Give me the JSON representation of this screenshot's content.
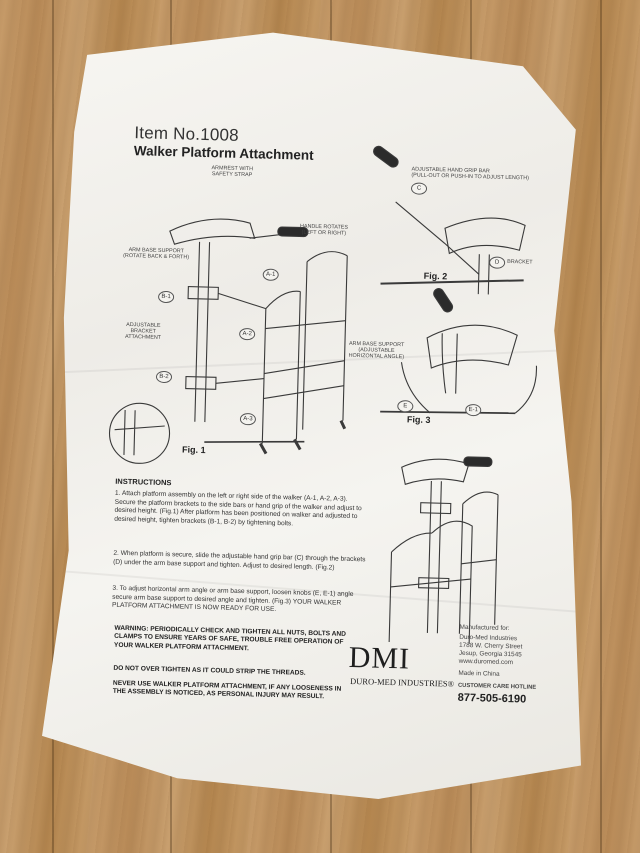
{
  "header": {
    "item_no": "Item No.1008",
    "title": "Walker Platform Attachment"
  },
  "figure1": {
    "label": "Fig. 1",
    "armrest": "ARMREST WITH\nSAFETY STRAP",
    "handle_rotates": "HANDLE ROTATES\n(LEFT OR RIGHT)",
    "arm_base_support": "ARM BASE SUPPORT\n(ROTATE BACK & FORTH)",
    "adjustable_bracket": "ADJUSTABLE\nBRACKET\nATTACHMENT",
    "callouts": [
      "A-1",
      "A-2",
      "A-3",
      "B-1",
      "B-2"
    ]
  },
  "figure2": {
    "label": "Fig. 2",
    "grip_bar": "ADJUSTABLE HAND GRIP BAR\n(PULL-OUT OR PUSH-IN TO ADJUST LENGTH)",
    "bracket": "BRACKET",
    "callouts": [
      "C",
      "D"
    ]
  },
  "figure3": {
    "label": "Fig. 3",
    "arm_base": "ARM BASE SUPPORT\n(ADJUSTABLE\nHORIZONTAL ANGLE)",
    "callouts": [
      "E",
      "E-1"
    ]
  },
  "instructions": {
    "heading": "INSTRUCTIONS",
    "step1": "1. Attach platform assembly on the left or right side of the walker (A-1, A-2, A-3). Secure the platform brackets to the side bars or hand grip of the walker and adjust to desired height. (Fig.1) After platform has been positioned on walker and adjusted to desired height, tighten brackets (B-1, B-2) by tightening bolts.",
    "step2": "2. When platform is secure, slide the adjustable hand grip bar (C) through the brackets (D) under the arm base support and tighten. Adjust to desired length. (Fig.2)",
    "step3": "3. To adjust horizontal arm angle or arm base support, loosen knobs (E, E-1) angle secure arm base support to desired angle and tighten. (Fig.3) YOUR WALKER PLATFORM ATTACHMENT IS NOW READY FOR USE."
  },
  "warnings": {
    "w1": "WARNING: PERIODICALLY CHECK AND TIGHTEN ALL NUTS, BOLTS AND CLAMPS TO ENSURE YEARS OF SAFE, TROUBLE FREE OPERATION OF YOUR WALKER PLATFORM ATTACHMENT.",
    "w2": "DO NOT OVER TIGHTEN AS IT COULD STRIP THE THREADS.",
    "w3": "NEVER USE WALKER PLATFORM ATTACHMENT, IF ANY LOOSENESS IN THE ASSEMBLY IS NOTICED, AS PERSONAL INJURY MAY RESULT."
  },
  "brand": {
    "logo": "DMI",
    "name": "DURO-MED INDUSTRIES®"
  },
  "manufacturer": {
    "label": "Manufactured for:",
    "lines": [
      "Duro-Med Industries",
      "1788 W. Cherry Street",
      "Jesup, Georgia 31545",
      "www.duromed.com"
    ],
    "made_in": "Made in China",
    "hotline_label": "CUSTOMER CARE HOTLINE",
    "phone": "877-505-6190"
  },
  "colors": {
    "paper": "#f3f2ee",
    "ink": "#2b2b2b",
    "wood": "#c08f5c"
  }
}
